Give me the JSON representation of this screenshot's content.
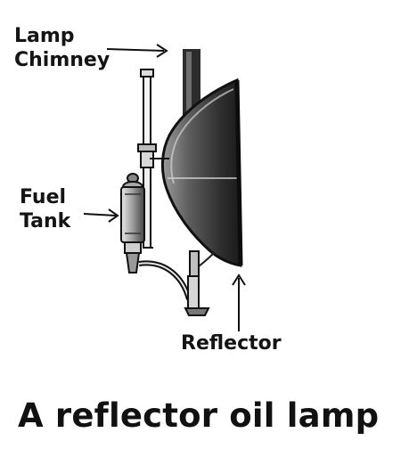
{
  "labels": {
    "chimney_line1": "Lamp",
    "chimney_line2": "Chimney",
    "fuel_line1": "Fuel",
    "fuel_line2": "Tank",
    "reflector": "Reflector"
  },
  "caption": "A reflector oil lamp",
  "colors": {
    "ink": "#141414",
    "background": "#ffffff",
    "reflector_shade": "#3a3a3a"
  }
}
